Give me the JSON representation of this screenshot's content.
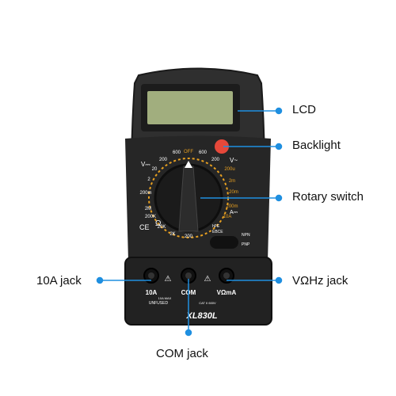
{
  "callouts": {
    "lcd": "LCD",
    "backlight": "Backlight",
    "rotary_switch": "Rotary switch",
    "jack_10a": "10A jack",
    "com_jack": "COM jack",
    "vohz_jack": "VΩHz jack"
  },
  "device": {
    "model": "XL830L",
    "jack_labels": {
      "a10": "10A",
      "com": "COM",
      "v": "VΩmA"
    },
    "small_labels": {
      "unfused": "UNFUSED",
      "cat": "CAT II 600V",
      "max": "10A MAX",
      "npn": "NPN",
      "pnp": "PNP",
      "ebce": "EBCE",
      "hfe": "hFE"
    },
    "dial_labels": {
      "off": "OFF",
      "v600_left": "600",
      "v200_left": "200",
      "v20": "20",
      "v2": "2",
      "r200m": "200m",
      "r2m": "2M",
      "r200k": "200K",
      "r20k": "20K",
      "r2k": "2K",
      "r200": "200",
      "v600_right": "600",
      "v200_right": "200",
      "a200u": "200u",
      "a2m": "2m",
      "a20m": "20m",
      "a200m": "200m",
      "a10a": "10A"
    },
    "symbols": {
      "vdc": "V⎓",
      "vac": "V~",
      "ohm": "Ω",
      "amp": "A⎓",
      "ce": "CE"
    }
  },
  "colors": {
    "body": "#2b2b2b",
    "bezel": "#1e1e1e",
    "lcd": "#9fae7c",
    "accent_orange": "#e8a020",
    "backlight_button": "#e8483a",
    "callout_line": "#1f8fe0",
    "label_white": "#ffffff"
  }
}
